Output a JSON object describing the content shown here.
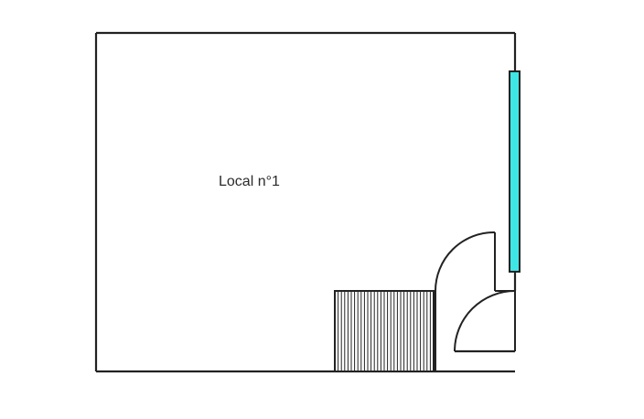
{
  "room": {
    "label": "Local n°1"
  },
  "colors": {
    "wall": "#222222",
    "window": "#3ee6e6",
    "background": "#ffffff"
  },
  "elements": {
    "window": "window-on-right-wall",
    "stairs": "staircase",
    "doors": [
      "upper-door-swing",
      "lower-door-swing"
    ]
  }
}
